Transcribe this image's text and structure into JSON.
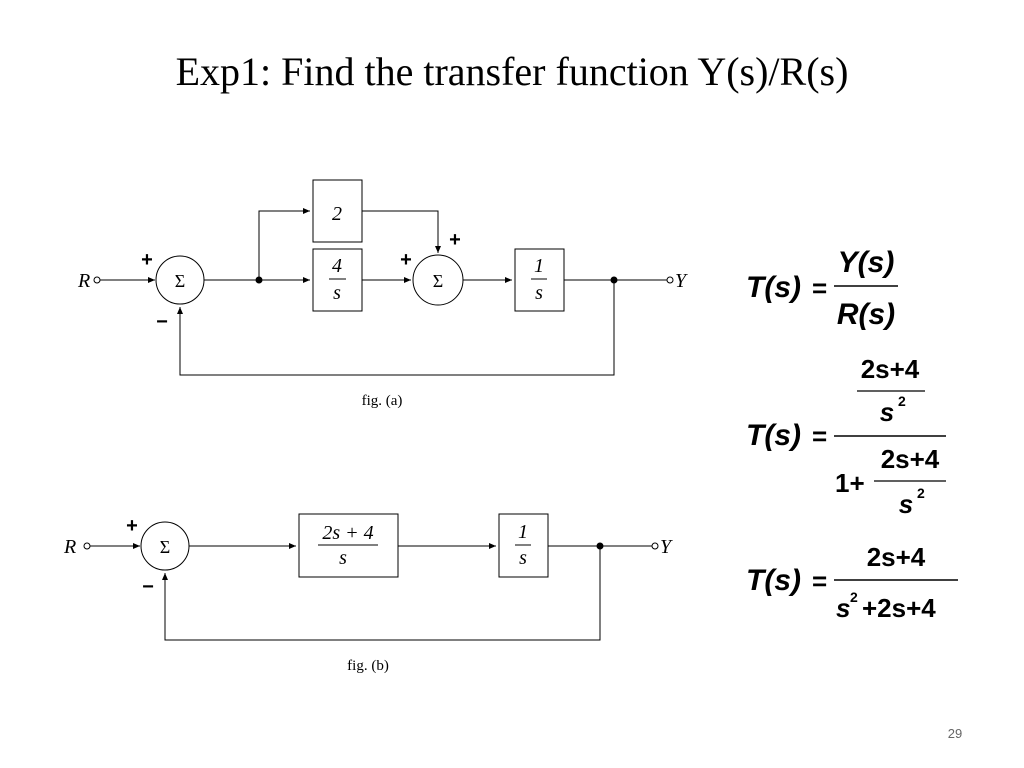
{
  "slide": {
    "title": "Exp1: Find the transfer function Y(s)/R(s)",
    "page_number": "29"
  },
  "fig_a": {
    "caption": "fig. (a)",
    "input": "R",
    "output": "Y",
    "sum1": "Σ",
    "sum1_sign_in": "+",
    "sum1_sign_fb": "−",
    "block_top": "2",
    "block_mid_num": "4",
    "block_mid_den": "s",
    "sum2": "Σ",
    "sum2_sign_top": "+",
    "sum2_sign_left": "+",
    "block_out_num": "1",
    "block_out_den": "s"
  },
  "fig_b": {
    "caption": "fig. (b)",
    "input": "R",
    "output": "Y",
    "sum": "Σ",
    "sign_in": "+",
    "sign_fb": "−",
    "block1_num": "2s + 4",
    "block1_den": "s",
    "block2_num": "1",
    "block2_den": "s"
  },
  "equations": {
    "lhs": "T(s)",
    "equals": "=",
    "eq1_num": "Y(s)",
    "eq1_den": "R(s)",
    "eq2_num_num": "2s+4",
    "eq2_num_den": "s",
    "eq2_one_plus": "1+",
    "eq2_den_num": "2s+4",
    "eq2_den_den": "s",
    "exp": "2",
    "eq3_num": "2s+4",
    "eq3_den_s": "s",
    "eq3_den_rest": "+2s+4"
  }
}
